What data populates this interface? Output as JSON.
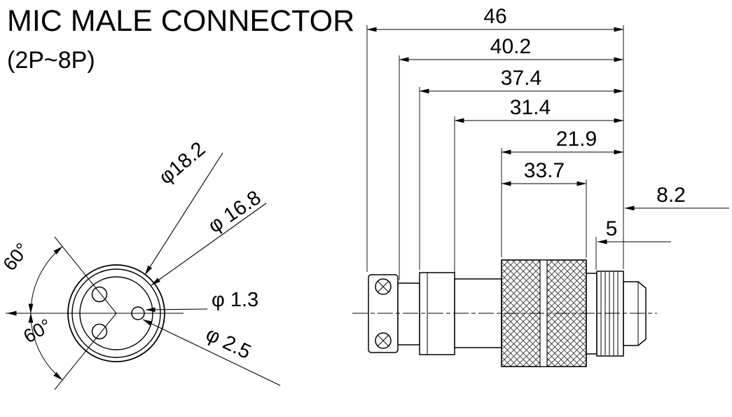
{
  "title": {
    "line1": "MIC MALE CONNECTOR",
    "line2": "(2P~8P)"
  },
  "front_view": {
    "labels": {
      "outer_dia": "φ18.2",
      "shell_dia": "φ 16.8",
      "pin_dia": "φ 1.3",
      "hole_dia": "φ 2.5",
      "angle_upper": "60°",
      "angle_lower": "60°"
    }
  },
  "side_view": {
    "dims": {
      "dim_46": "46",
      "dim_40_2": "40.2",
      "dim_37_4": "37.4",
      "dim_31_4": "31.4",
      "dim_21_9": "21.9",
      "dim_33_7": "33.7",
      "dim_8_2": "8.2",
      "dim_5": "5"
    }
  }
}
